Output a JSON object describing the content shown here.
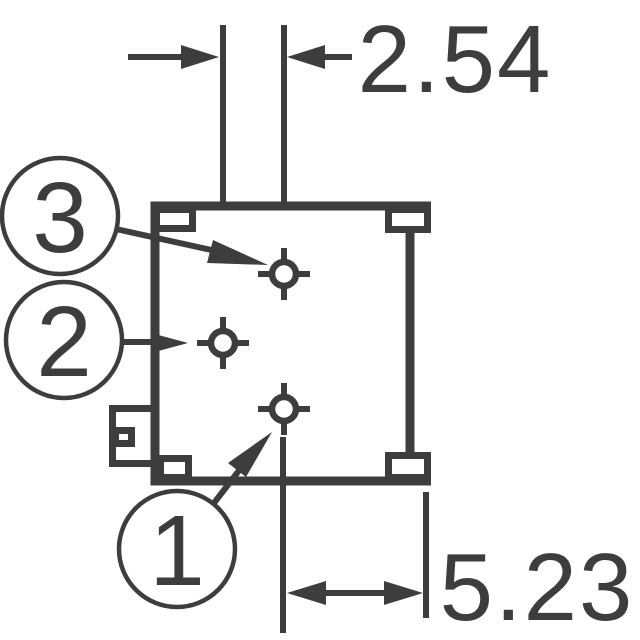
{
  "diagram": {
    "type": "component-footprint-drawing",
    "ink_color": "#3d3d3f",
    "background_color": "#ffffff",
    "dimensions": {
      "pin_pitch": {
        "label": "2.54"
      },
      "edge_offset": {
        "label": "5.23"
      }
    },
    "pins": {
      "pin3": {
        "label": "3"
      },
      "pin2": {
        "label": "2"
      },
      "pin1": {
        "label": "1"
      }
    }
  }
}
